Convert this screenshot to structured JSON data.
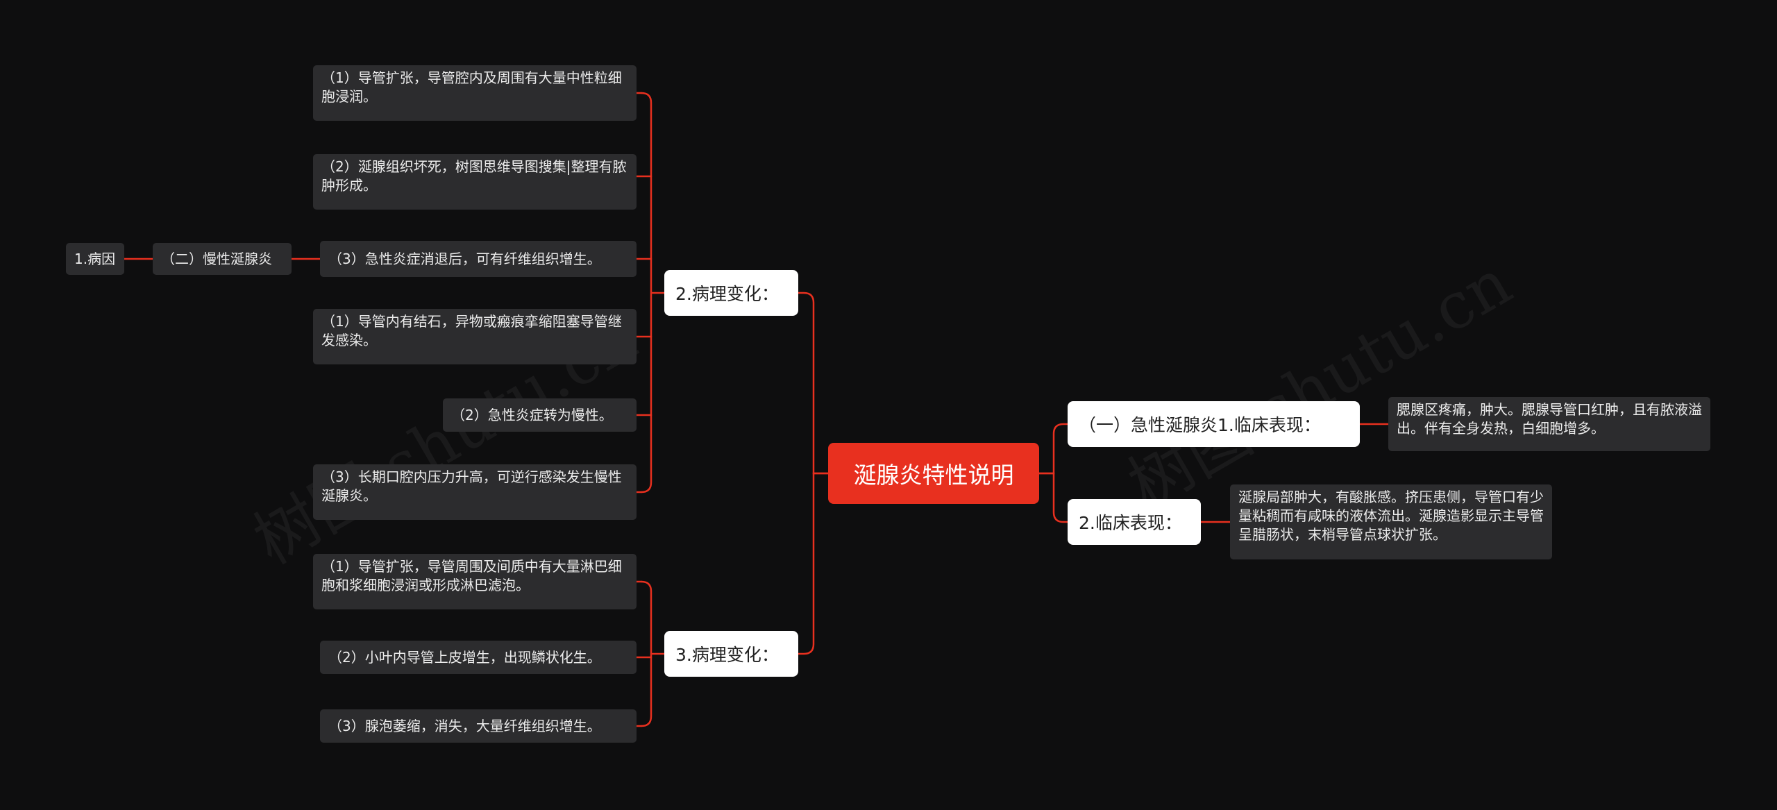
{
  "colors": {
    "background": "#0e0e0f",
    "root": "#e8301f",
    "connector": "#e8301f",
    "branch": "#ffffff",
    "leaf": "#2c2c2e"
  },
  "watermark": "树图 shutu.cn",
  "root": "涎腺炎特性说明",
  "branches": {
    "pathology2": {
      "label": "2.病理变化：",
      "items": [
        "（1）导管扩张，导管腔内及周围有大量中性粒细胞浸润。",
        "（2）涎腺组织坏死，树图思维导图搜集|整理有脓肿形成。",
        "（3）急性炎症消退后，可有纤维组织增生。",
        "（1）导管内有结石，异物或瘢痕挛缩阻塞导管继发感染。",
        "（2）急性炎症转为慢性。",
        "（3）长期口腔内压力升高，可逆行感染发生慢性涎腺炎。"
      ],
      "sub_chain": {
        "mid": "（二）慢性涎腺炎",
        "end": "1.病因"
      }
    },
    "pathology3": {
      "label": "3.病理变化：",
      "items": [
        "（1）导管扩张，导管周围及间质中有大量淋巴细胞和浆细胞浸润或形成淋巴滤泡。",
        "（2）小叶内导管上皮增生，出现鳞状化生。",
        "（3）腺泡萎缩，消失，大量纤维组织增生。"
      ]
    },
    "acute": {
      "label": "（一）急性涎腺炎1.临床表现：",
      "detail": "腮腺区疼痛，肿大。腮腺导管口红肿，且有脓液溢出。伴有全身发热，白细胞增多。"
    },
    "clinical2": {
      "label": "2.临床表现：",
      "detail": "涎腺局部肿大，有酸胀感。挤压患侧，导管口有少量粘稠而有咸味的液体流出。涎腺造影显示主导管呈腊肠状，末梢导管点球状扩张。"
    }
  }
}
